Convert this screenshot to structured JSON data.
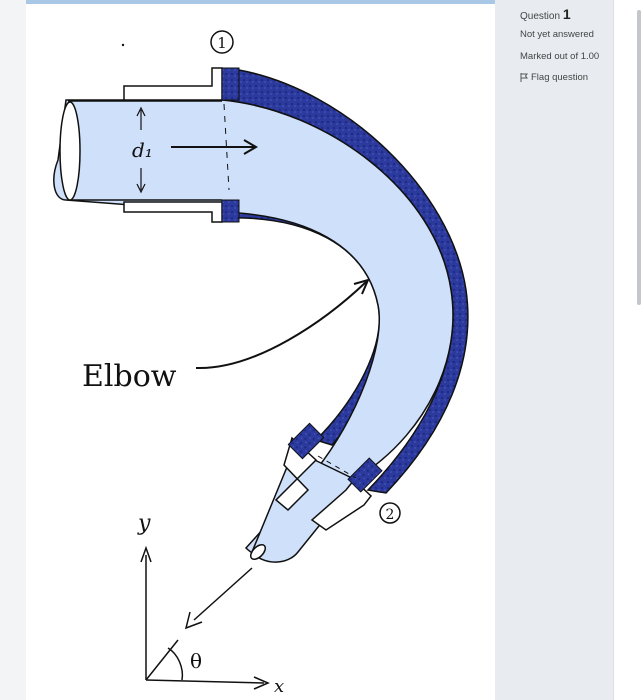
{
  "question_panel": {
    "number_label": "Question",
    "number": "1",
    "status": "Not yet answered",
    "marks": "Marked out of 1.00",
    "flag_label": "Flag question"
  },
  "figure": {
    "label_station_1": "1",
    "label_station_2": "2",
    "label_diameter": "d₁",
    "label_elbow": "Elbow",
    "label_y_axis": "y",
    "label_x_axis": "x",
    "label_angle": "θ",
    "colors": {
      "water": "#cfe0fb",
      "water_dark": "#b7cff4",
      "wall": "#2b3a9c",
      "ink": "#111111"
    }
  }
}
